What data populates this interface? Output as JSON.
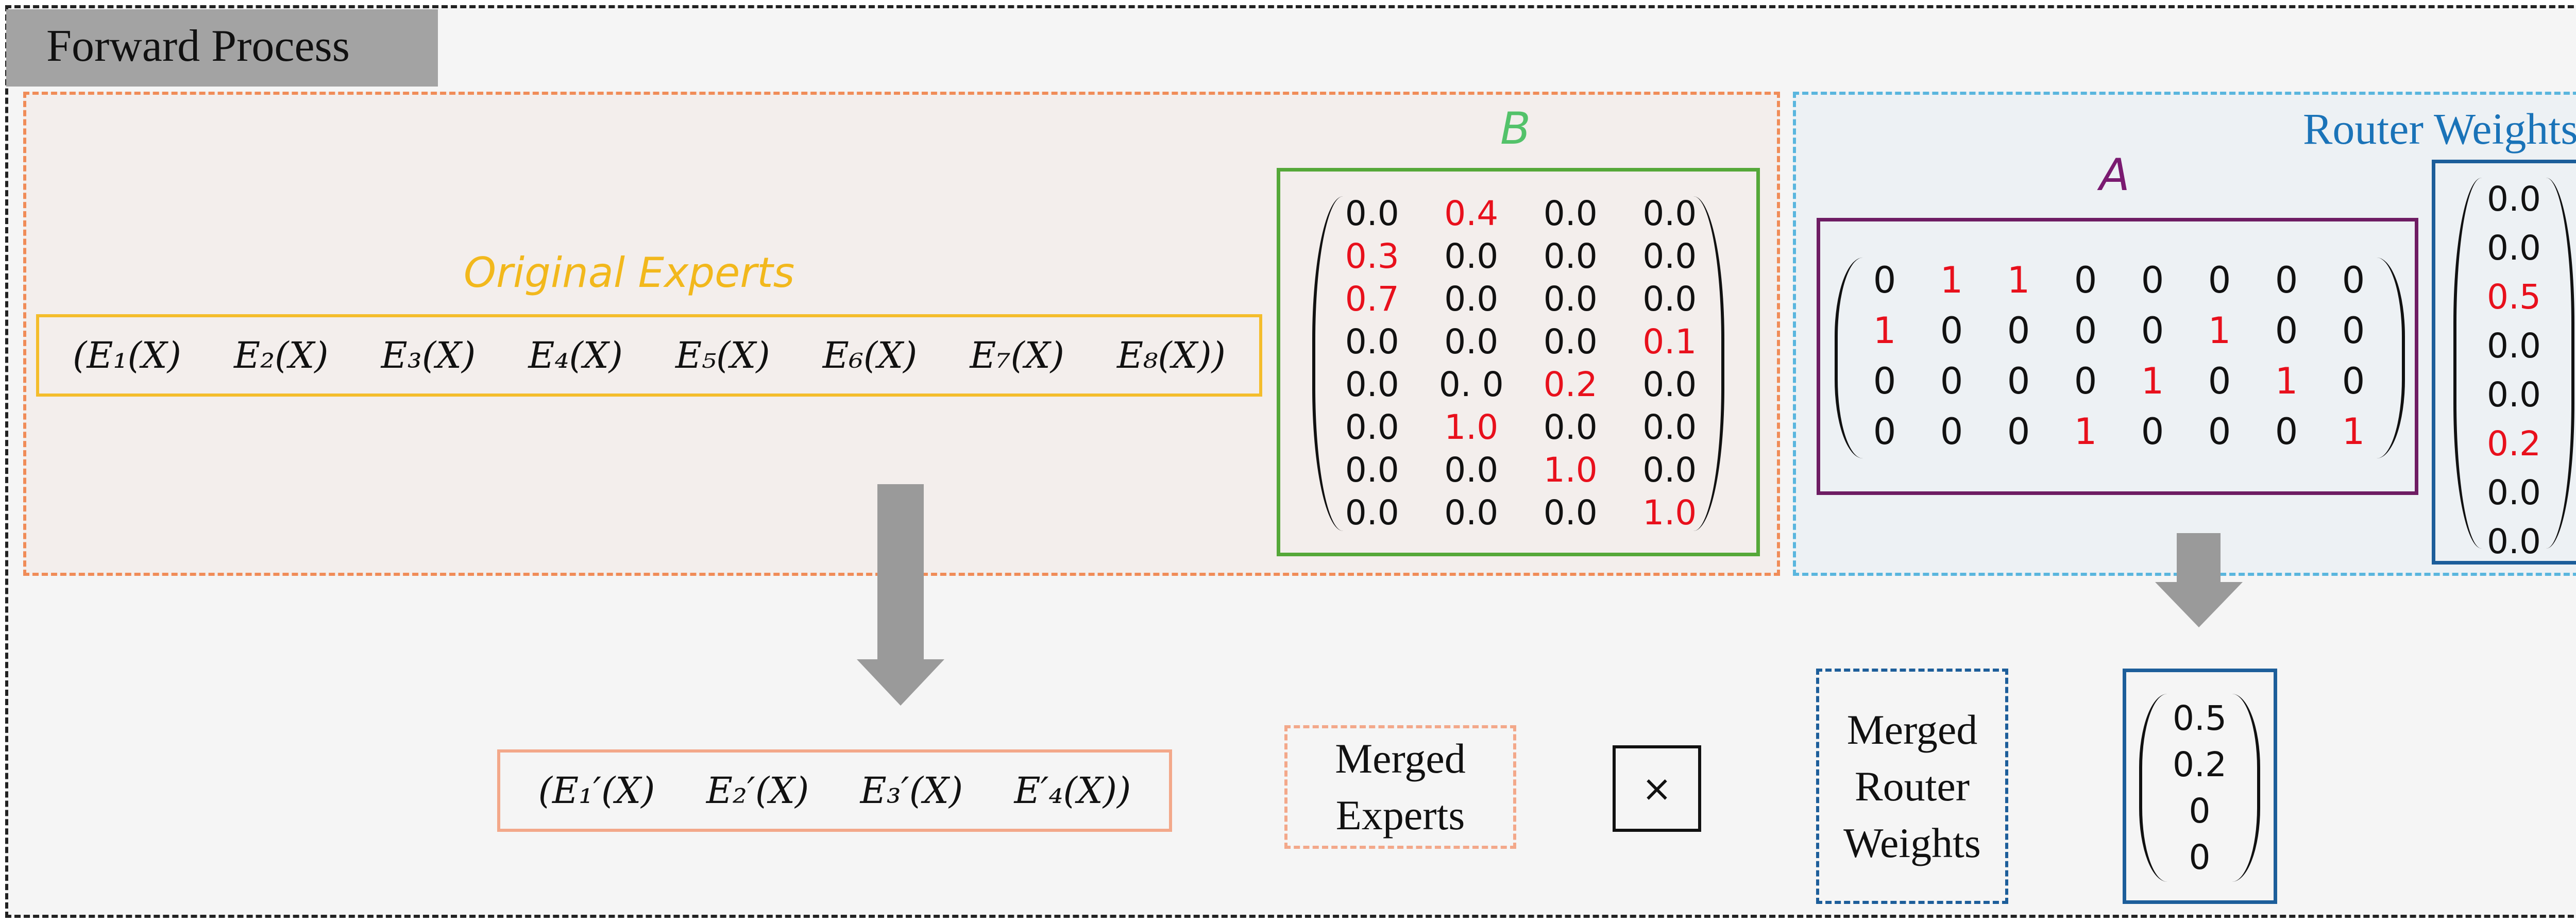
{
  "header": {
    "title": "Forward Process"
  },
  "original_experts": {
    "label": "Original Experts",
    "items": [
      "(E₁(X)",
      "E₂(X)",
      "E₃(X)",
      "E₄(X)",
      "E₅(X)",
      "E₆(X)",
      "E₇(X)",
      "E₈(X))"
    ]
  },
  "matrix_B": {
    "label": "B",
    "rows": [
      [
        "0.0",
        "0.4",
        "0.0",
        "0.0"
      ],
      [
        "0.3",
        "0.0",
        "0.0",
        "0.0"
      ],
      [
        "0.7",
        "0.0",
        "0.0",
        "0.0"
      ],
      [
        "0.0",
        "0.0",
        "0.0",
        "0.1"
      ],
      [
        "0.0",
        "0. 0",
        "0.2",
        "0.0"
      ],
      [
        "0.0",
        "1.0",
        "0.0",
        "0.0"
      ],
      [
        "0.0",
        "0.0",
        "1.0",
        "0.0"
      ],
      [
        "0.0",
        "0.0",
        "0.0",
        "1.0"
      ]
    ],
    "highlight": [
      [
        0,
        1
      ],
      [
        1,
        0
      ],
      [
        2,
        0
      ],
      [
        3,
        3
      ],
      [
        4,
        2
      ],
      [
        5,
        1
      ],
      [
        6,
        2
      ],
      [
        7,
        3
      ]
    ]
  },
  "router_weights": {
    "label": "Router Weights",
    "values": [
      "0.0",
      "0.0",
      "0.5",
      "0.0",
      "0.0",
      "0.2",
      "0.0",
      "0.0"
    ],
    "highlight": [
      2,
      5
    ]
  },
  "matrix_A": {
    "label": "A",
    "rows": [
      [
        "0",
        "1",
        "1",
        "0",
        "0",
        "0",
        "0",
        "0"
      ],
      [
        "1",
        "0",
        "0",
        "0",
        "0",
        "1",
        "0",
        "0"
      ],
      [
        "0",
        "0",
        "0",
        "0",
        "1",
        "0",
        "1",
        "0"
      ],
      [
        "0",
        "0",
        "0",
        "1",
        "0",
        "0",
        "0",
        "1"
      ]
    ],
    "highlight": [
      [
        0,
        1
      ],
      [
        0,
        2
      ],
      [
        1,
        0
      ],
      [
        1,
        5
      ],
      [
        2,
        4
      ],
      [
        2,
        6
      ],
      [
        3,
        3
      ],
      [
        3,
        7
      ]
    ]
  },
  "merged_experts_vector": {
    "items": [
      "(E₁′(X)",
      "E₂′(X)",
      "E₃′(X)",
      "E′₄(X))"
    ]
  },
  "merged_experts_label": {
    "line1": "Merged",
    "line2": "Experts"
  },
  "times_symbol": "×",
  "merged_router_label": {
    "line1": "Merged",
    "line2": "Router",
    "line3": "Weights"
  },
  "merged_router_values": [
    "0.5",
    "0.2",
    "0",
    "0"
  ],
  "colors": {
    "red": "#e8101c",
    "orange": "#f08c58",
    "blue": "#5ab6de",
    "green": "#55a839",
    "purple": "#6e1d63",
    "yellow": "#f4bd2b",
    "navy": "#1d5e9a",
    "arrow": "#9a9a9a"
  }
}
